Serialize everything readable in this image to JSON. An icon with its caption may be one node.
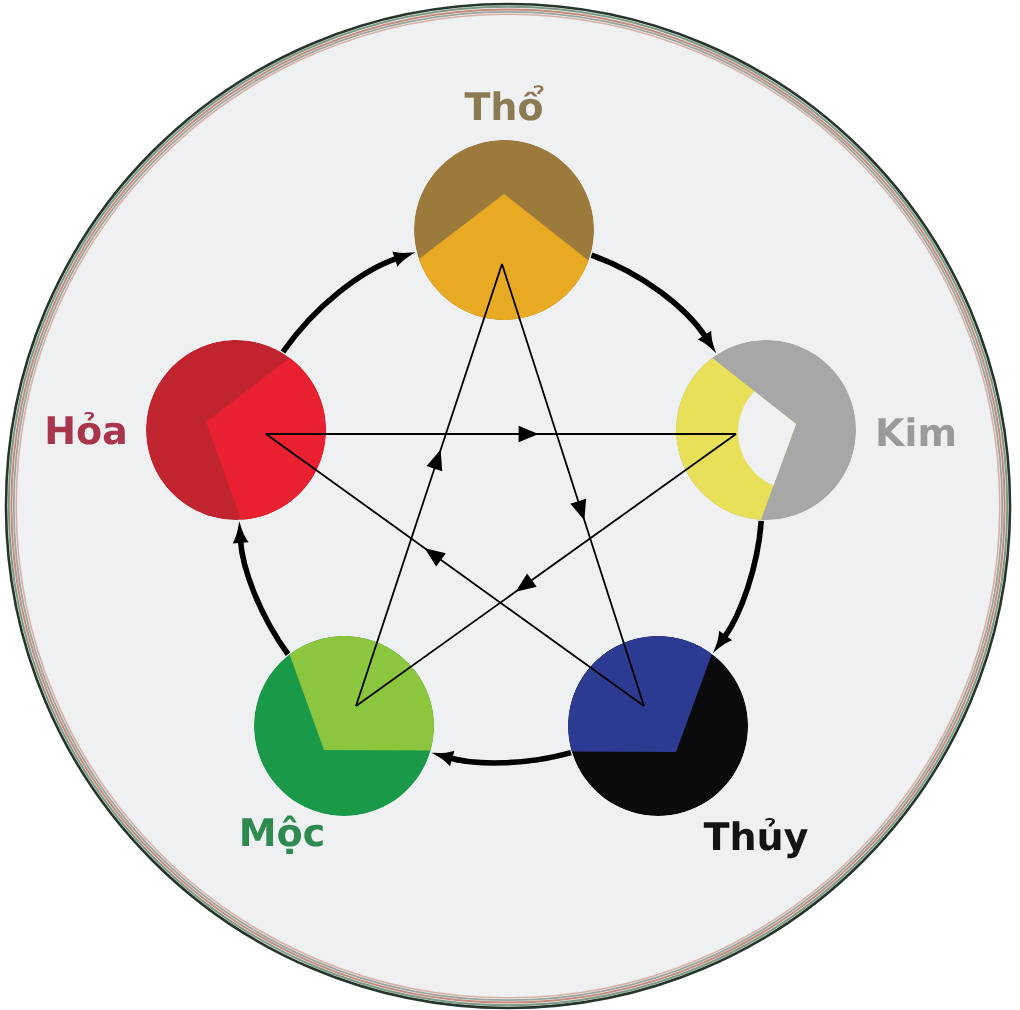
{
  "diagram": {
    "nodes": [
      {
        "text": [
          "Thổ"
        ]
      },
      {
        "text": [
          "Kim"
        ]
      },
      {
        "text": [
          "Thủy"
        ]
      },
      {
        "text": [
          "Mộc"
        ]
      },
      {
        "text": [
          "Hỏa"
        ]
      }
    ],
    "edges": [
      {
        "from": 0,
        "to": 1,
        "arrow": "to",
        "style": "thick"
      },
      {
        "from": 1,
        "to": 2,
        "arrow": "to",
        "style": "thick"
      },
      {
        "from": 2,
        "to": 3,
        "arrow": "to",
        "style": "thick"
      },
      {
        "from": 3,
        "to": 4,
        "arrow": "to",
        "style": "thick"
      },
      {
        "from": 4,
        "to": 0,
        "arrow": "to",
        "style": "thick"
      },
      {
        "from": 3,
        "to": 0,
        "arrow": "to"
      },
      {
        "from": 0,
        "to": 2,
        "arrow": "to"
      },
      {
        "from": 2,
        "to": 4,
        "arrow": "to"
      },
      {
        "from": 4,
        "to": 1,
        "arrow": "to"
      },
      {
        "from": 1,
        "to": 3,
        "arrow": "to"
      }
    ]
  }
}
